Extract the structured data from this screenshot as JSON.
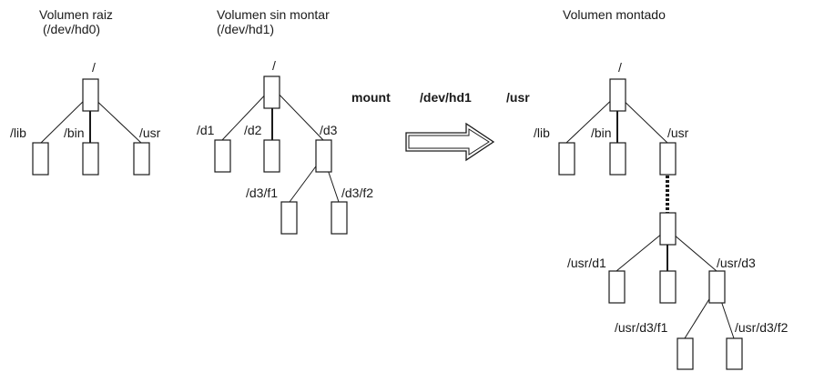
{
  "panels": {
    "root": {
      "title": "Volumen  raiz",
      "device": "(/dev/hd0)",
      "root_label": "/",
      "children": [
        "/lib",
        "/bin",
        "/usr"
      ]
    },
    "unmounted": {
      "title": "Volumen  sin montar",
      "device": "(/dev/hd1)",
      "root_label": "/",
      "children": [
        "/d1",
        "/d2",
        "/d3"
      ],
      "grandchildren": [
        "/d3/f1",
        "/d3/f2"
      ]
    },
    "mounted": {
      "title": "Volumen montado",
      "root_label": "/",
      "children": [
        "/lib",
        "/bin",
        "/usr"
      ],
      "sub_children": [
        "/usr/d1",
        "/usr/d3"
      ],
      "grandchildren": [
        "/usr/d3/f1",
        "/usr/d3/f2"
      ]
    }
  },
  "command": {
    "word": "mount",
    "device": "/dev/hd1",
    "target": "/usr"
  }
}
